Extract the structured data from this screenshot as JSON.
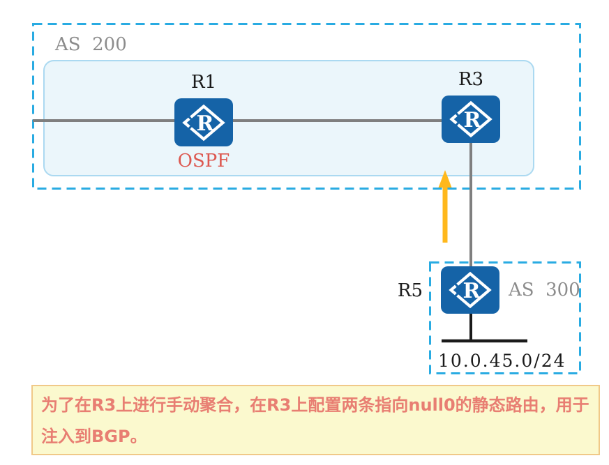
{
  "as200": {
    "label": "AS  200",
    "protocol_label": "OSPF",
    "router_r1_label": "R1",
    "router_r3_label": "R3"
  },
  "as300": {
    "label": "AS  300",
    "router_r5_label": "R5",
    "network_label": "10.0.45.0/24"
  },
  "router_icon": {
    "letter": "R"
  },
  "note": {
    "text": "为了在R3上进行手动聚合，在R3上配置两条指向null0的静态路由，用于注入到BGP。"
  },
  "colors": {
    "as_boundary_border": "#29ABE2",
    "ospf_area_fill": "#EBF6FB",
    "ospf_area_border": "#ABD9F1",
    "router_blue": "#1563A7",
    "link_gray": "#7F7F7F",
    "arrow_yellow": "#FFB81C",
    "ospf_label_red": "#DD5850",
    "lan_black": "#1A1A1A",
    "note_background": "#FBF9CE",
    "note_border": "#F0C988",
    "note_text": "#E87E72"
  }
}
